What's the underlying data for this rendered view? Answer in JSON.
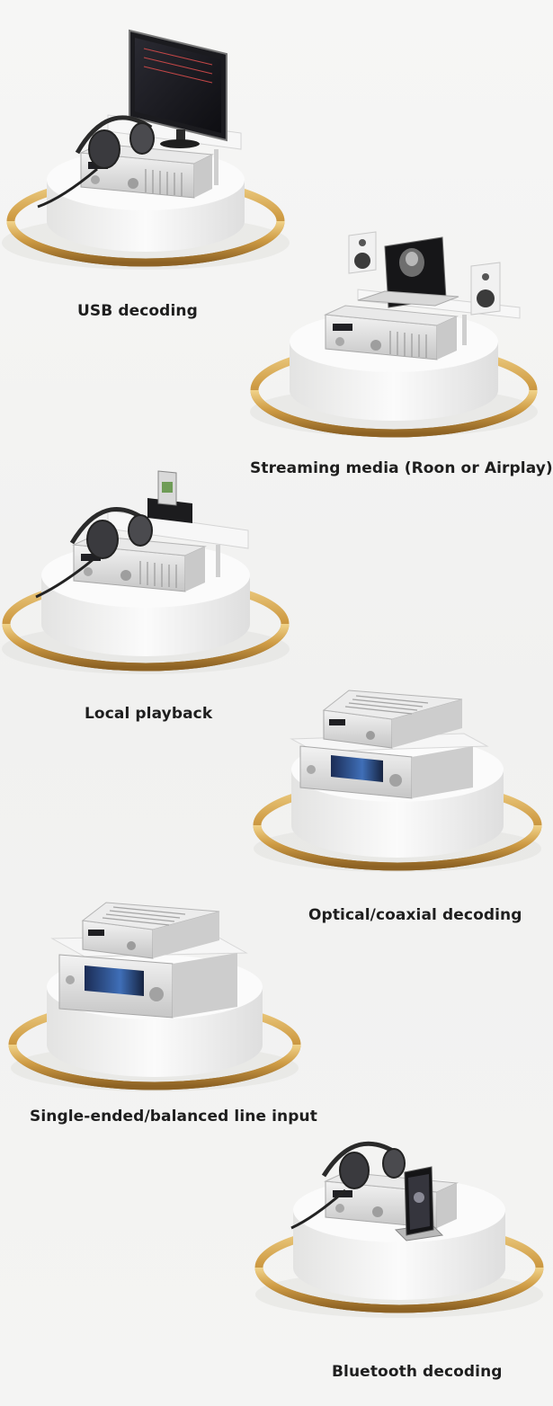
{
  "scenarios": [
    {
      "caption": "USB decoding",
      "device": "desktop-monitor"
    },
    {
      "caption": "Streaming media (Roon or Airplay)",
      "device": "laptop-with-speakers"
    },
    {
      "caption": "Local playback",
      "device": "hard-drive-dock"
    },
    {
      "caption": "Optical/coaxial decoding",
      "device": "stacked-decoder"
    },
    {
      "caption": "Single-ended/balanced line input",
      "device": "stacked-decoder"
    },
    {
      "caption": "Bluetooth decoding",
      "device": "smartphone"
    }
  ],
  "colors": {
    "background": "#f4f4f3",
    "pedestal": "#ffffff",
    "gold_ring": "#c9973f",
    "device_silver": "#dcdcdc",
    "text": "#1e1e1e"
  }
}
